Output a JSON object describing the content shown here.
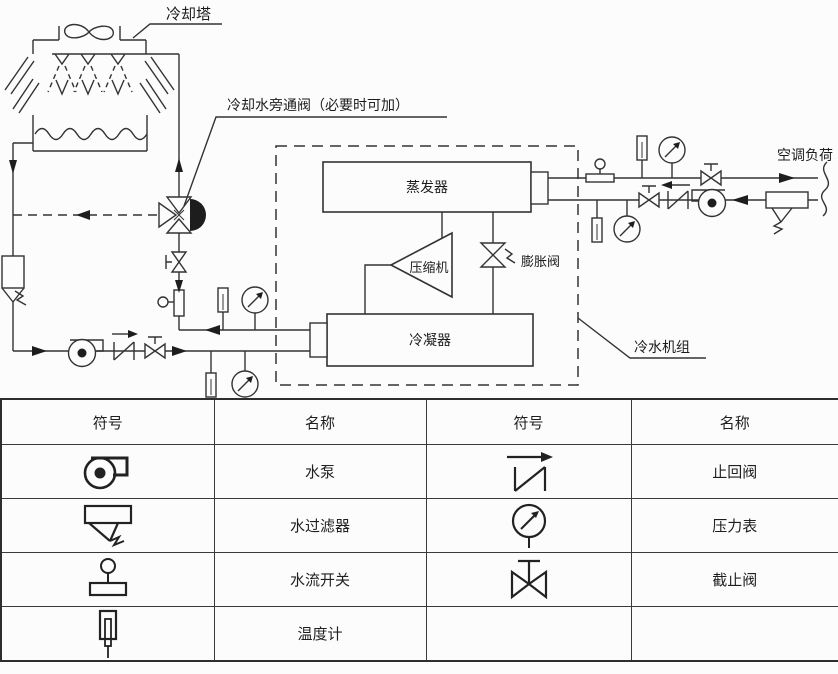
{
  "diagram": {
    "labels": {
      "cooling_tower": "冷却塔",
      "bypass_valve": "冷却水旁通阀（必要时可加）",
      "evaporator": "蒸发器",
      "compressor": "压缩机",
      "condenser": "冷凝器",
      "expansion_valve": "膨胀阀",
      "chiller_unit": "冷水机组",
      "ac_load": "空调负荷"
    },
    "colors": {
      "line": "#333333",
      "fill": "#222222",
      "background": "#fcfcfc"
    }
  },
  "legend": {
    "headers": [
      "符号",
      "名称",
      "符号",
      "名称"
    ],
    "rows": [
      {
        "left_symbol": "water-pump",
        "left_name": "水泵",
        "right_symbol": "check-valve",
        "right_name": "止回阀"
      },
      {
        "left_symbol": "water-filter",
        "left_name": "水过滤器",
        "right_symbol": "pressure-gauge",
        "right_name": "压力表"
      },
      {
        "left_symbol": "flow-switch",
        "left_name": "水流开关",
        "right_symbol": "stop-valve",
        "right_name": "截止阀"
      },
      {
        "left_symbol": "thermometer",
        "left_name": "温度计",
        "right_symbol": "",
        "right_name": ""
      }
    ]
  }
}
